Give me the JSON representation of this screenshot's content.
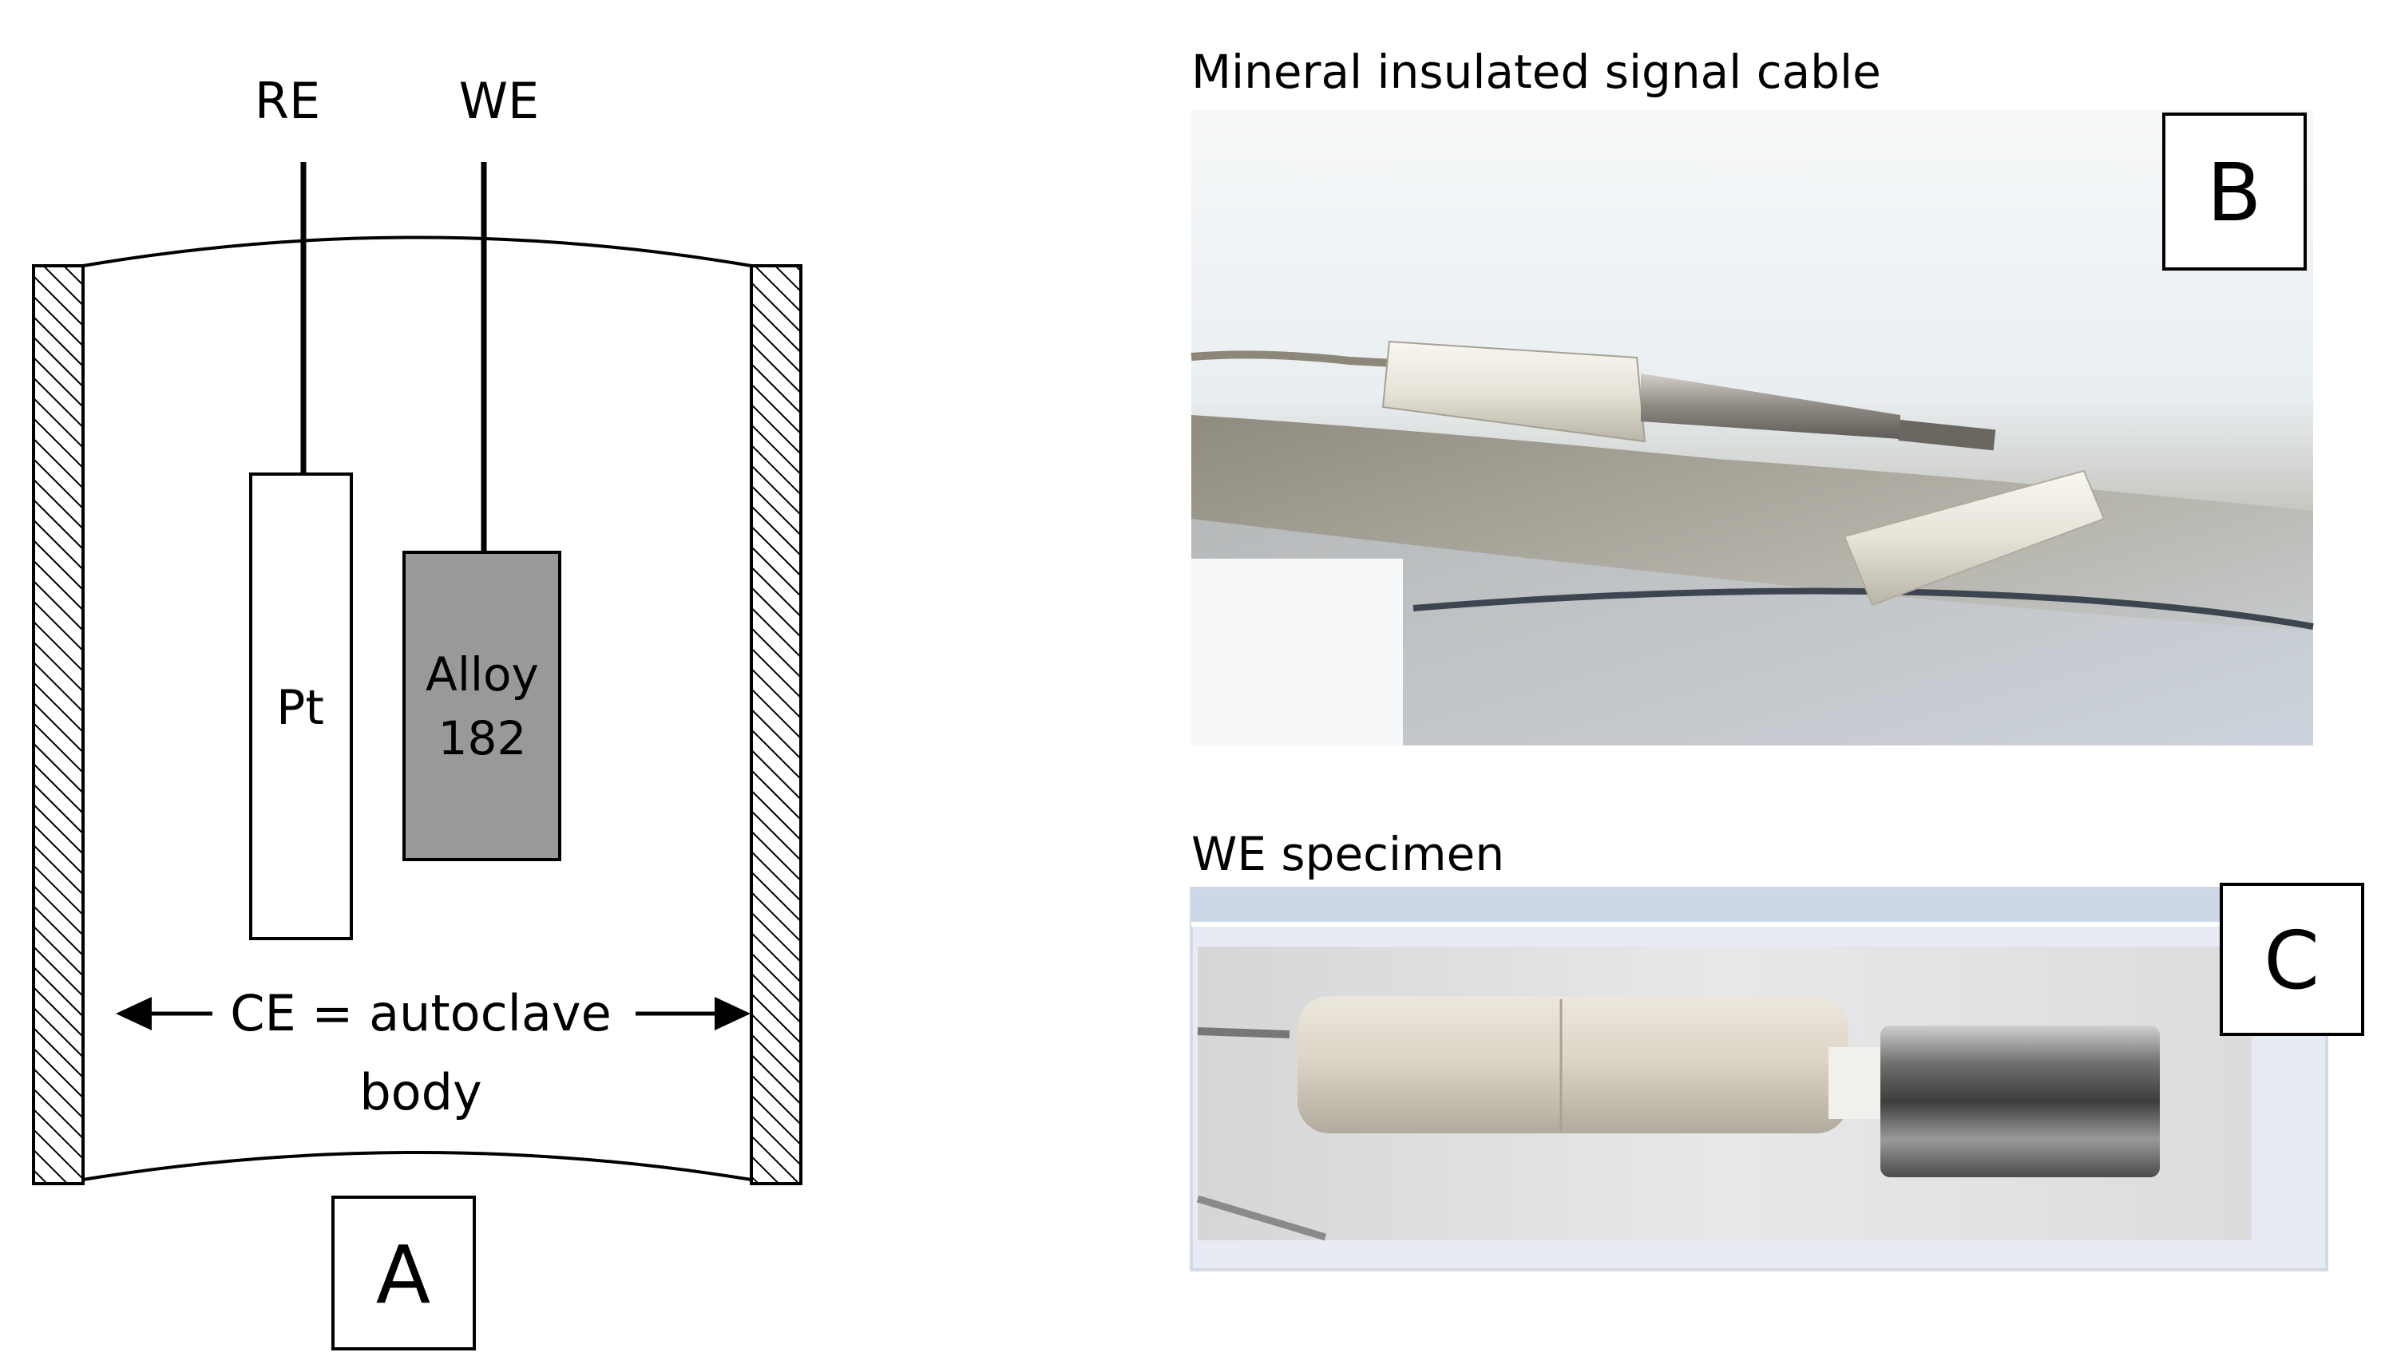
{
  "panel_a": {
    "re_label": "RE",
    "we_label": "WE",
    "pt_label": "Pt",
    "alloy_line1": "Alloy",
    "alloy_line2": "182",
    "ce_line1": "CE = autoclave",
    "ce_line2": "body",
    "panel_letter": "A",
    "alloy_fill": "#999999"
  },
  "panel_b": {
    "caption": "Mineral insulated signal cable",
    "panel_letter": "B"
  },
  "panel_c": {
    "caption": "WE specimen",
    "panel_letter": "C"
  }
}
